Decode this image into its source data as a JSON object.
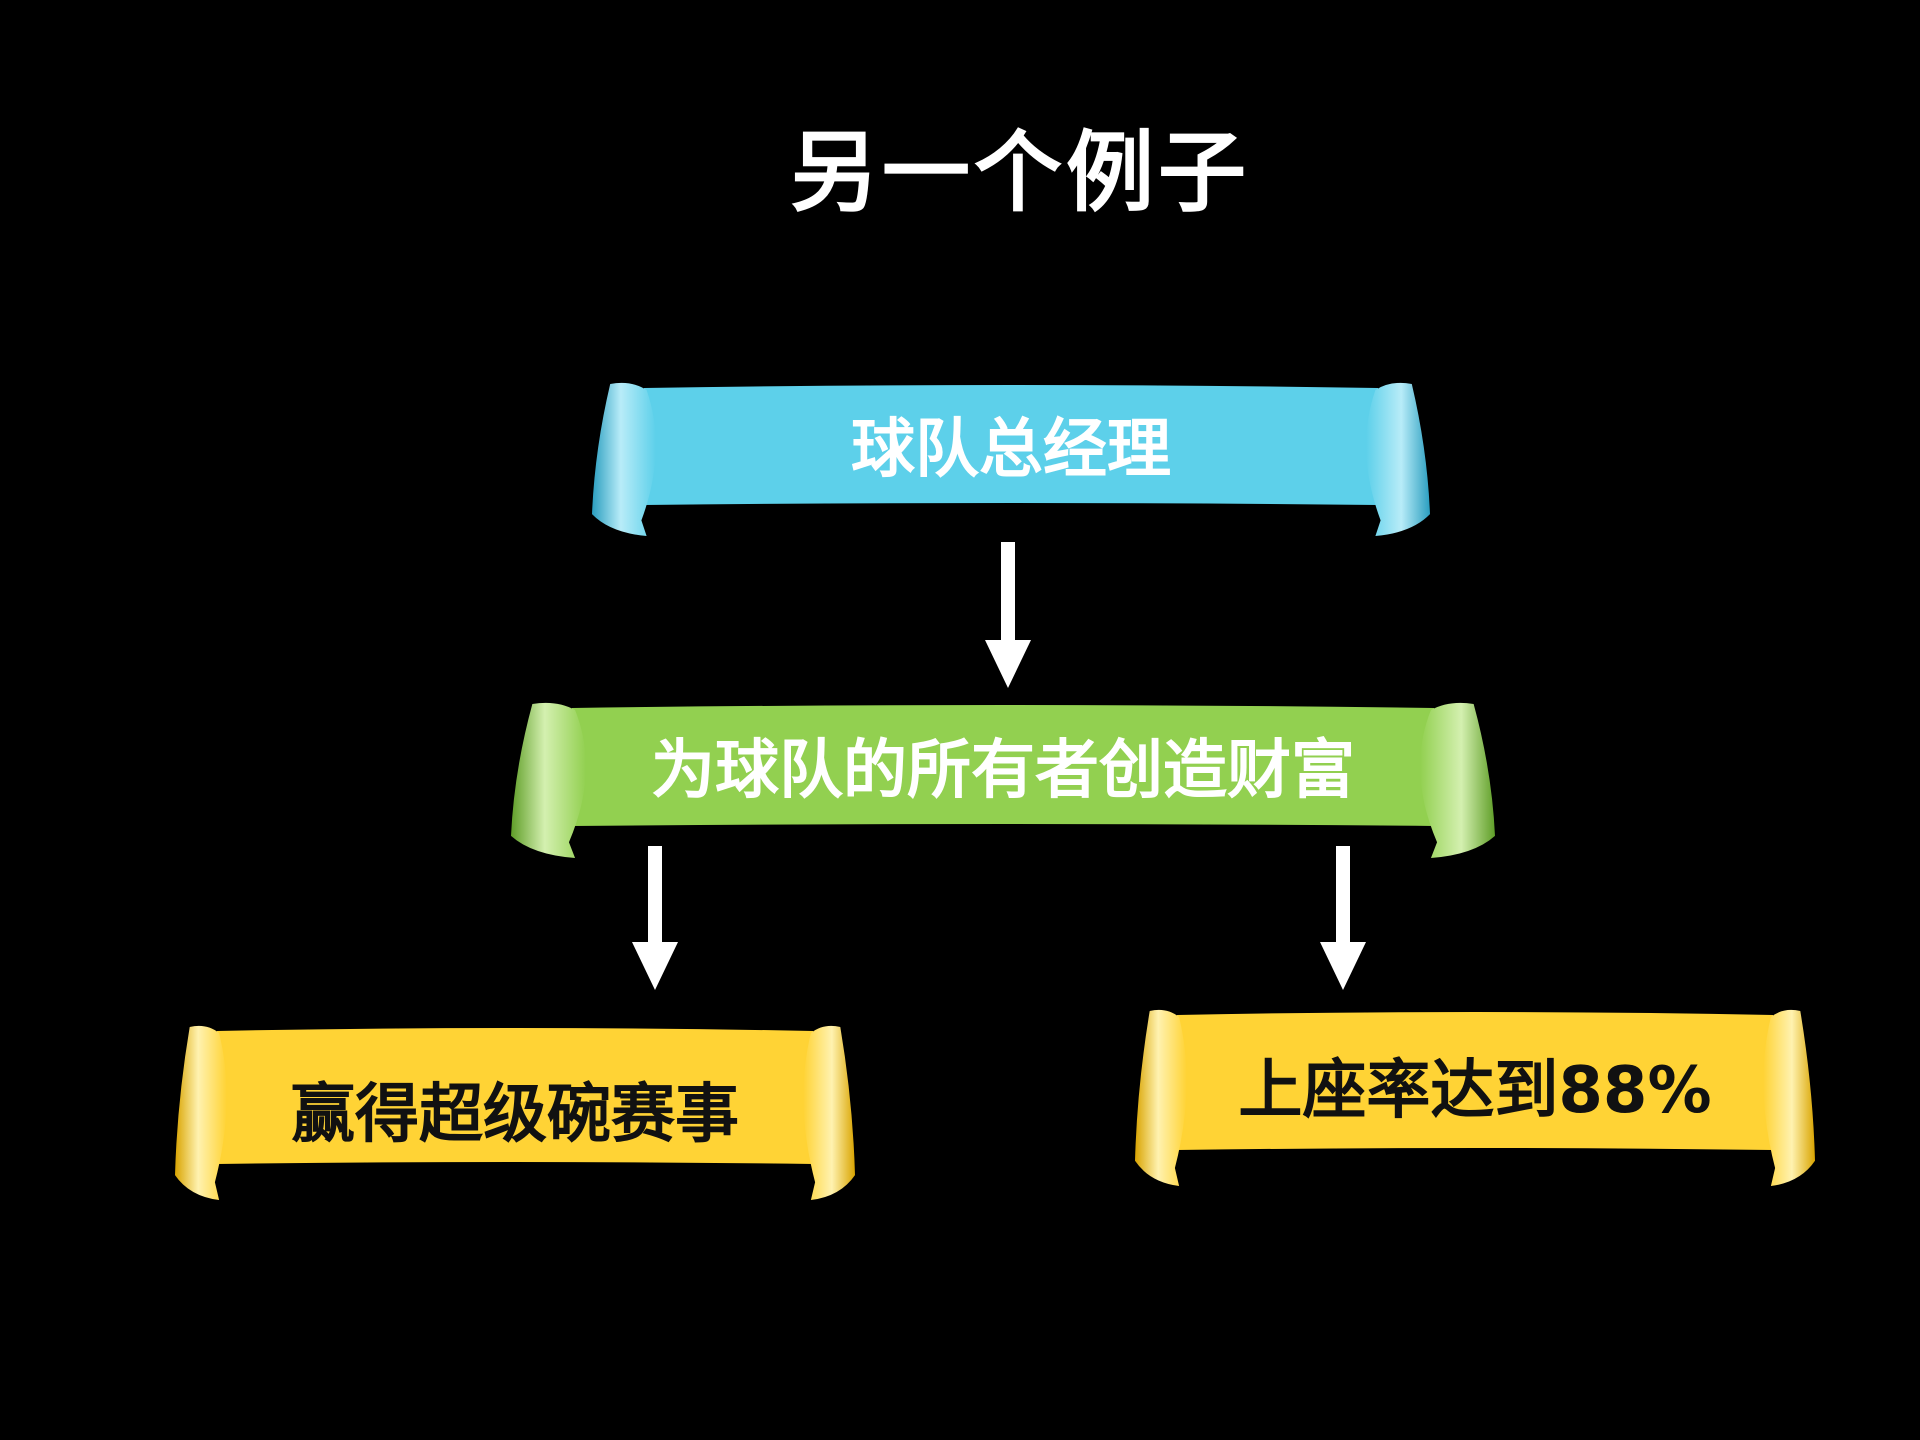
{
  "title": "另一个例子",
  "nodes": {
    "top": {
      "label": "球队总经理",
      "color": "#5dd0ea",
      "edge_color": "#2a9ec0",
      "shine_color": "#b8ecf8"
    },
    "middle": {
      "label": "为球队的所有者创造财富",
      "color": "#92d050",
      "edge_color": "#5f9e28",
      "shine_color": "#d4f0b0"
    },
    "left": {
      "label": "赢得超级碗赛事",
      "color": "#ffd335",
      "edge_color": "#d9a400",
      "shine_color": "#fff2b0"
    },
    "right": {
      "label": "上座率达到88%",
      "color": "#ffd335",
      "edge_color": "#d9a400",
      "shine_color": "#fff2b0"
    }
  },
  "edges": [
    {
      "from": "球队总经理",
      "to": "为球队的所有者创造财富"
    },
    {
      "from": "为球队的所有者创造财富",
      "to": "赢得超级碗赛事"
    },
    {
      "from": "为球队的所有者创造财富",
      "to": "上座率达到88%"
    }
  ],
  "arrow_color": "#ffffff"
}
